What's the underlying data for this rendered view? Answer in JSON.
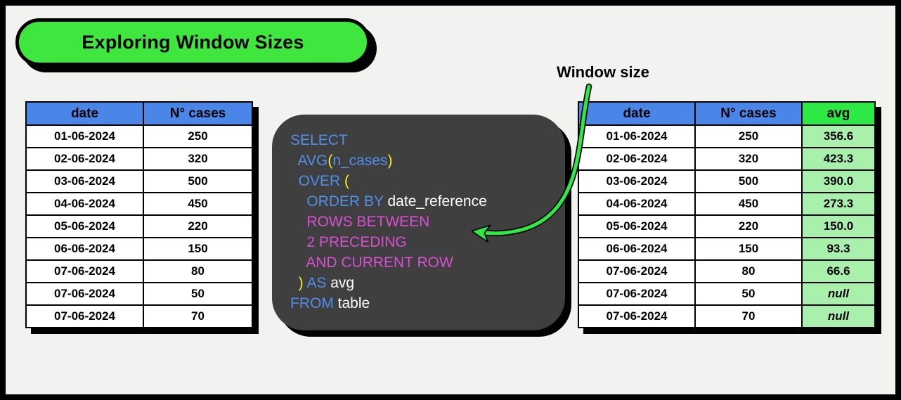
{
  "banner": {
    "title": "Exploring Window Sizes"
  },
  "annotation": {
    "window_size_label": "Window size",
    "arrow_icon": "curved-arrow-icon"
  },
  "colors": {
    "canvas_background": "#f2f2f0",
    "outer_border": "#000000",
    "banner_fill": "#3ee63e",
    "header_blue": "#4a86e8",
    "header_green": "#2ee845",
    "avg_cell_green": "#a8f0ab",
    "code_background": "#3f3f3f",
    "code_keyword_blue": "#4f8fe8",
    "code_keyword_magenta": "#d94fd4",
    "code_paren_yellow": "#f5ee1e",
    "code_identifier_white": "#ffffff",
    "arrow_green": "#2ee845"
  },
  "left_table": {
    "name": "input-table",
    "columns": [
      "date",
      "N° cases"
    ],
    "rows": [
      [
        "01-06-2024",
        "250"
      ],
      [
        "02-06-2024",
        "320"
      ],
      [
        "03-06-2024",
        "500"
      ],
      [
        "04-06-2024",
        "450"
      ],
      [
        "05-06-2024",
        "220"
      ],
      [
        "06-06-2024",
        "150"
      ],
      [
        "07-06-2024",
        "80"
      ],
      [
        "07-06-2024",
        "50"
      ],
      [
        "07-06-2024",
        "70"
      ]
    ]
  },
  "right_table": {
    "name": "output-table",
    "columns": [
      "date",
      "N° cases",
      "avg"
    ],
    "rows": [
      [
        "01-06-2024",
        "250",
        "356.6"
      ],
      [
        "02-06-2024",
        "320",
        "423.3"
      ],
      [
        "03-06-2024",
        "500",
        "390.0"
      ],
      [
        "04-06-2024",
        "450",
        "273.3"
      ],
      [
        "05-06-2024",
        "220",
        "150.0"
      ],
      [
        "06-06-2024",
        "150",
        "93.3"
      ],
      [
        "07-06-2024",
        "80",
        "66.6"
      ],
      [
        "07-06-2024",
        "50",
        "null"
      ],
      [
        "07-06-2024",
        "70",
        "null"
      ]
    ]
  },
  "code": {
    "lines": [
      [
        {
          "text": "SELECT",
          "style": "blue"
        }
      ],
      [
        {
          "text": "  ",
          "style": "white"
        },
        {
          "text": "AVG",
          "style": "blue"
        },
        {
          "text": "(",
          "style": "yellow"
        },
        {
          "text": "n_cases",
          "style": "blue"
        },
        {
          "text": ")",
          "style": "yellow"
        }
      ],
      [
        {
          "text": "  ",
          "style": "white"
        },
        {
          "text": "OVER ",
          "style": "blue"
        },
        {
          "text": "(",
          "style": "yellow"
        }
      ],
      [
        {
          "text": "    ",
          "style": "white"
        },
        {
          "text": "ORDER BY ",
          "style": "blue"
        },
        {
          "text": "date_reference",
          "style": "white"
        }
      ],
      [
        {
          "text": "    ",
          "style": "white"
        },
        {
          "text": "ROWS BETWEEN",
          "style": "magenta"
        }
      ],
      [
        {
          "text": "    ",
          "style": "white"
        },
        {
          "text": "2 PRECEDING",
          "style": "magenta"
        }
      ],
      [
        {
          "text": "    ",
          "style": "white"
        },
        {
          "text": "AND CURRENT ROW",
          "style": "magenta"
        }
      ],
      [
        {
          "text": "  ",
          "style": "white"
        },
        {
          "text": ")",
          "style": "yellow"
        },
        {
          "text": " AS ",
          "style": "blue"
        },
        {
          "text": "avg",
          "style": "white"
        }
      ],
      [
        {
          "text": "FROM ",
          "style": "blue"
        },
        {
          "text": "table",
          "style": "white"
        }
      ]
    ]
  }
}
